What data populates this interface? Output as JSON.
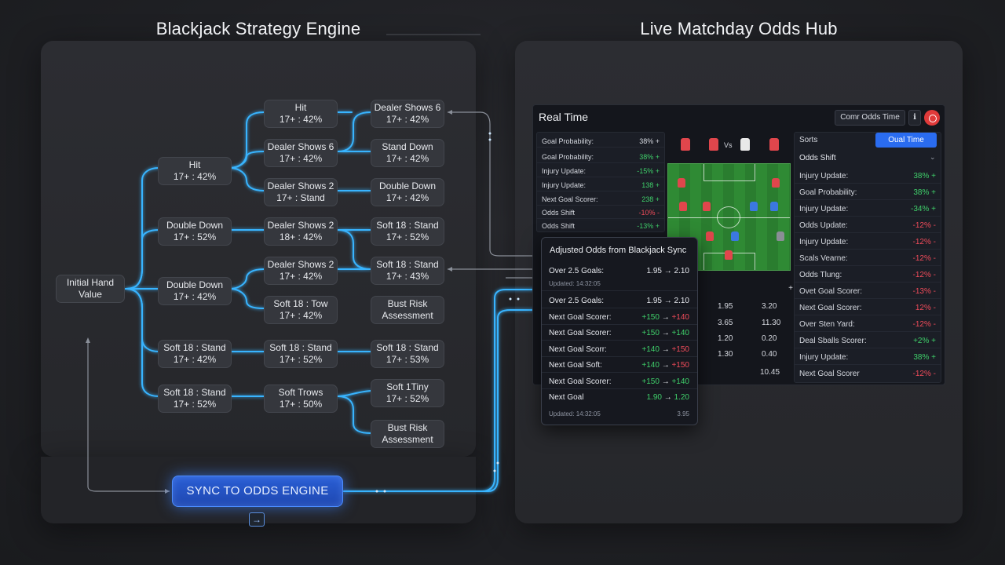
{
  "left_panel": {
    "title": "Blackjack Strategy Engine",
    "root": {
      "l1": "Initial Hand",
      "l2": "Value"
    },
    "level1": [
      {
        "l1": "Hit",
        "l2": "17+ : 42%"
      },
      {
        "l1": "Double Down",
        "l2": "17+ : 52%"
      },
      {
        "l1": "Double Down",
        "l2": "17+ : 42%"
      },
      {
        "l1": "Soft 18 : Stand",
        "l2": "17+ : 42%"
      },
      {
        "l1": "Soft 18 : Stand",
        "l2": "17+ : 52%"
      }
    ],
    "level2": [
      {
        "l1": "Hit",
        "l2": "17+ : 42%"
      },
      {
        "l1": "Dealer Shows 6",
        "l2": "17+ : 42%"
      },
      {
        "l1": "Dealer Shows 2",
        "l2": "17+ : Stand"
      },
      {
        "l1": "Dealer Shows 2",
        "l2": "18+ : 42%"
      },
      {
        "l1": "Dealer Shows 2",
        "l2": "17+ : 42%"
      },
      {
        "l1": "Soft 18 : Tow",
        "l2": "17+ : 42%"
      },
      {
        "l1": "Soft 18 : Stand",
        "l2": "17+ : 52%"
      },
      {
        "l1": "Soft Trows",
        "l2": "17+ : 50%"
      }
    ],
    "level3": [
      {
        "l1": "Dealer Shows 6",
        "l2": "17+ : 42%"
      },
      {
        "l1": "Stand Down",
        "l2": "17+ : 42%"
      },
      {
        "l1": "Double Down",
        "l2": "17+ : 42%"
      },
      {
        "l1": "Soft 18 : Stand",
        "l2": "17+ : 52%"
      },
      {
        "l1": "Soft 18 : Stand",
        "l2": "17+ : 43%"
      },
      {
        "l1": "Bust Risk",
        "l2": "Assessment"
      },
      {
        "l1": "Soft 18 : Stand",
        "l2": "17+ : 53%"
      },
      {
        "l1": "Soft 1Tiny",
        "l2": "17+ : 52%"
      },
      {
        "l1": "Bust Risk",
        "l2": "Assessment"
      }
    ],
    "sync_button": "SYNC TO ODDS ENGINE",
    "arrow_icon": "→"
  },
  "right_panel": {
    "title": "Live Matchday Odds Hub",
    "dashboard": {
      "title": "Real Time",
      "chip_label": "Comr Odds Time",
      "sorts_label": "Sorts",
      "oual_time_label": "Oual Time",
      "odds_shift_label": "Odds Shift",
      "vs_label": "Vs",
      "left_col": [
        {
          "k": "Goal Probability:",
          "v": "38%",
          "dir": "+"
        },
        {
          "k": "Goal Probability:",
          "v": "38%",
          "dir": "+"
        },
        {
          "k": "Injury Update:",
          "v": "-15%",
          "dir": "+"
        },
        {
          "k": "Injury Update:",
          "v": "138",
          "dir": "+"
        },
        {
          "k": "Next Goal Scorer:",
          "v": "238",
          "dir": "+"
        },
        {
          "k": "Odds Shift",
          "v": "-10%",
          "dir": "-"
        },
        {
          "k": "Odds Shift",
          "v": "-13%",
          "dir": "+"
        }
      ],
      "right_col": [
        {
          "k": "Injury Update:",
          "v": "38%",
          "dir": "+"
        },
        {
          "k": "Goal Probability:",
          "v": "38%",
          "dir": "+"
        },
        {
          "k": "Injury Update:",
          "v": "-34%",
          "dir": "+"
        },
        {
          "k": "Odds Update:",
          "v": "-12%",
          "dir": "-"
        },
        {
          "k": "Injury Update:",
          "v": "-12%",
          "dir": "-"
        },
        {
          "k": "Scals Vearne:",
          "v": "-12%",
          "dir": "-"
        },
        {
          "k": "Odds Tlung:",
          "v": "-12%",
          "dir": "-"
        },
        {
          "k": "Ovet Goal Scorer:",
          "v": "-13%",
          "dir": "-"
        },
        {
          "k": "Next Goal Scorer:",
          "v": "12%",
          "dir": "-"
        },
        {
          "k": "Over Sten Yard:",
          "v": "-12%",
          "dir": "-"
        },
        {
          "k": "Deal Sballs Scorer:",
          "v": "+2%",
          "dir": "+"
        },
        {
          "k": "Injury Update:",
          "v": "38%",
          "dir": "+"
        },
        {
          "k": "Next Goal Scorer",
          "v": "-12%",
          "dir": "-"
        }
      ],
      "mini_table": [
        [
          "1.95",
          "3.20"
        ],
        [
          "3.65",
          "11.30"
        ],
        [
          "1.20",
          "0.20"
        ],
        [
          "1.30",
          "0.40"
        ],
        [
          "",
          "10.45"
        ]
      ],
      "plus": "+"
    },
    "popup": {
      "title": "Adjusted Odds from Blackjack Sync",
      "rows": [
        {
          "k": "Over 2.5 Goals:",
          "from": "1.95",
          "to": "2.10",
          "sub": "Updated: 14:32:05"
        },
        {
          "k": "Over 2.5 Goals:",
          "from": "1.95",
          "to": "2.10"
        },
        {
          "k": "Next Goal Scorer:",
          "from": "+150",
          "to": "+140"
        },
        {
          "k": "Next Goal Scorer:",
          "from": "+150",
          "to": "+140"
        },
        {
          "k": "Next Goal Scorr:",
          "from": "+140",
          "to": "+150"
        },
        {
          "k": "Next Goal Soft:",
          "from": "+140",
          "to": "+150"
        },
        {
          "k": "Next Goal Scorer:",
          "from": "+150",
          "to": "+140"
        },
        {
          "k": "Next Goal",
          "from": "1.90",
          "to": "1.20"
        }
      ],
      "arrow": "→",
      "footer_left": "Updated: 14:32:05",
      "footer_right": "3.95"
    }
  },
  "colors": {
    "accent": "#3aa9ff",
    "positive": "#3fcf6a",
    "negative": "#ef4b5a",
    "button": "#2a5fd6"
  }
}
